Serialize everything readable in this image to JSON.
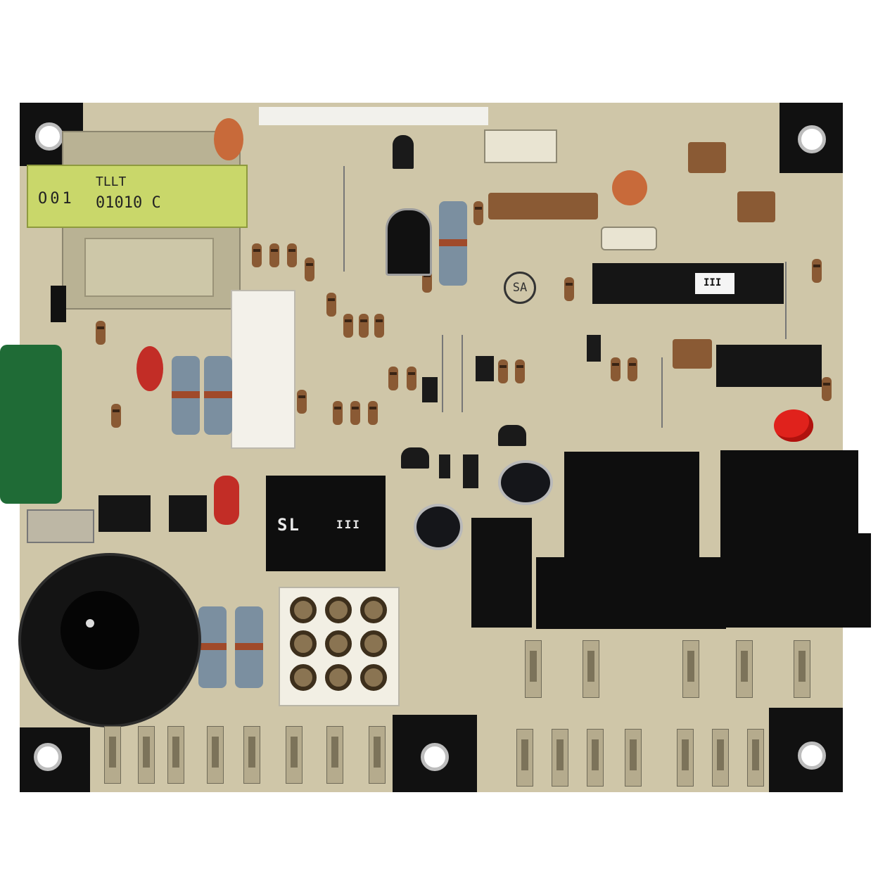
{
  "image": {
    "kind": "photo",
    "board_color": "#cfc6a8",
    "transformer_label_color": "#c9d76a",
    "led_color": "#e0221c",
    "capacitor_color": "#1f6b36"
  },
  "labels": {
    "transformer_code_left": "O01",
    "transformer_code_main": "01010 C",
    "transformer_code_top": "TLLT",
    "relay_small_text": "SL",
    "relay_small_text2": "III",
    "ic_window_text": "III",
    "cert_mark": "SA"
  },
  "icons": [
    "mounting-hole-icon",
    "led-icon",
    "buzzer-icon"
  ]
}
